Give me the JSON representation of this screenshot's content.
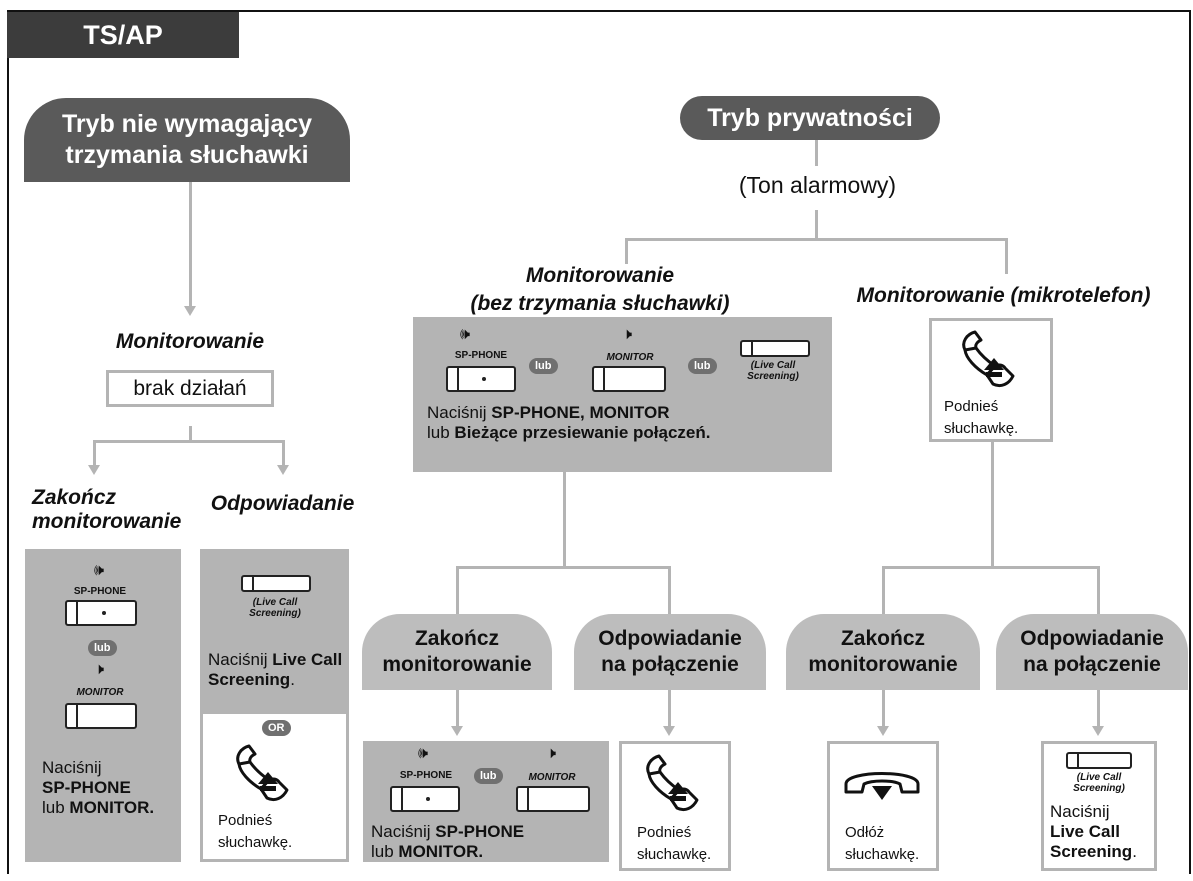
{
  "header": {
    "tab_label": "TS/AP"
  },
  "modes": {
    "hands_free": "Tryb nie wymagający trzymania słuchawki",
    "privacy": "Tryb prywatności",
    "alarm_tone": "(Ton alarmowy)"
  },
  "left_branch": {
    "monitoring_label": "Monitorowanie",
    "no_action": "brak działań",
    "end_label": "Zakończ monitorowanie",
    "answer_label": "Odpowiadanie",
    "end_instr_pre": "Naciśnij",
    "end_instr_b1": "SP-PHONE",
    "end_instr_mid": "lub",
    "end_instr_b2": "MONITOR.",
    "answer_instr_pre": "Naciśnij",
    "answer_instr_b": "Live Call Screening",
    "answer_instr_end": ".",
    "or_label": "OR",
    "pickup_l1": "Podnieś",
    "pickup_l2": "słuchawkę."
  },
  "buttons": {
    "sp_phone": "SP-PHONE",
    "monitor": "MONITOR",
    "live_call_l1": "(Live Call",
    "live_call_l2": "Screening)",
    "lub": "lub"
  },
  "center_branch": {
    "label_l1": "Monitorowanie",
    "label_l2": "(bez trzymania słuchawki)",
    "instr_pre": "Naciśnij",
    "instr_b1": "SP-PHONE, MONITOR",
    "instr_mid": "lub",
    "instr_b2": "Bieżące przesiewanie połączeń.",
    "end_l1": "Zakończ",
    "end_l2": "monitorowanie",
    "answer_l1": "Odpowiadanie",
    "answer_l2": "na połączenie",
    "end_instr_pre": "Naciśnij",
    "end_instr_b1": "SP-PHONE",
    "end_instr_mid": "lub",
    "end_instr_b2": "MONITOR.",
    "pickup_l1": "Podnieś",
    "pickup_l2": "słuchawkę."
  },
  "right_branch": {
    "label": "Monitorowanie (mikrotelefon)",
    "pickup_l1": "Podnieś",
    "pickup_l2": "słuchawkę.",
    "end_l1": "Zakończ",
    "end_l2": "monitorowanie",
    "answer_l1": "Odpowiadanie",
    "answer_l2": "na połączenie",
    "hangup_l1": "Odłóż",
    "hangup_l2": "słuchawkę.",
    "answer_instr_pre": "Naciśnij",
    "answer_instr_b1": "Live Call",
    "answer_instr_b2": "Screening",
    "answer_instr_end": "."
  },
  "colors": {
    "dark_pill": "#5a5a5a",
    "light_box": "#b4b4b4",
    "tab": "#3c3c3c"
  }
}
